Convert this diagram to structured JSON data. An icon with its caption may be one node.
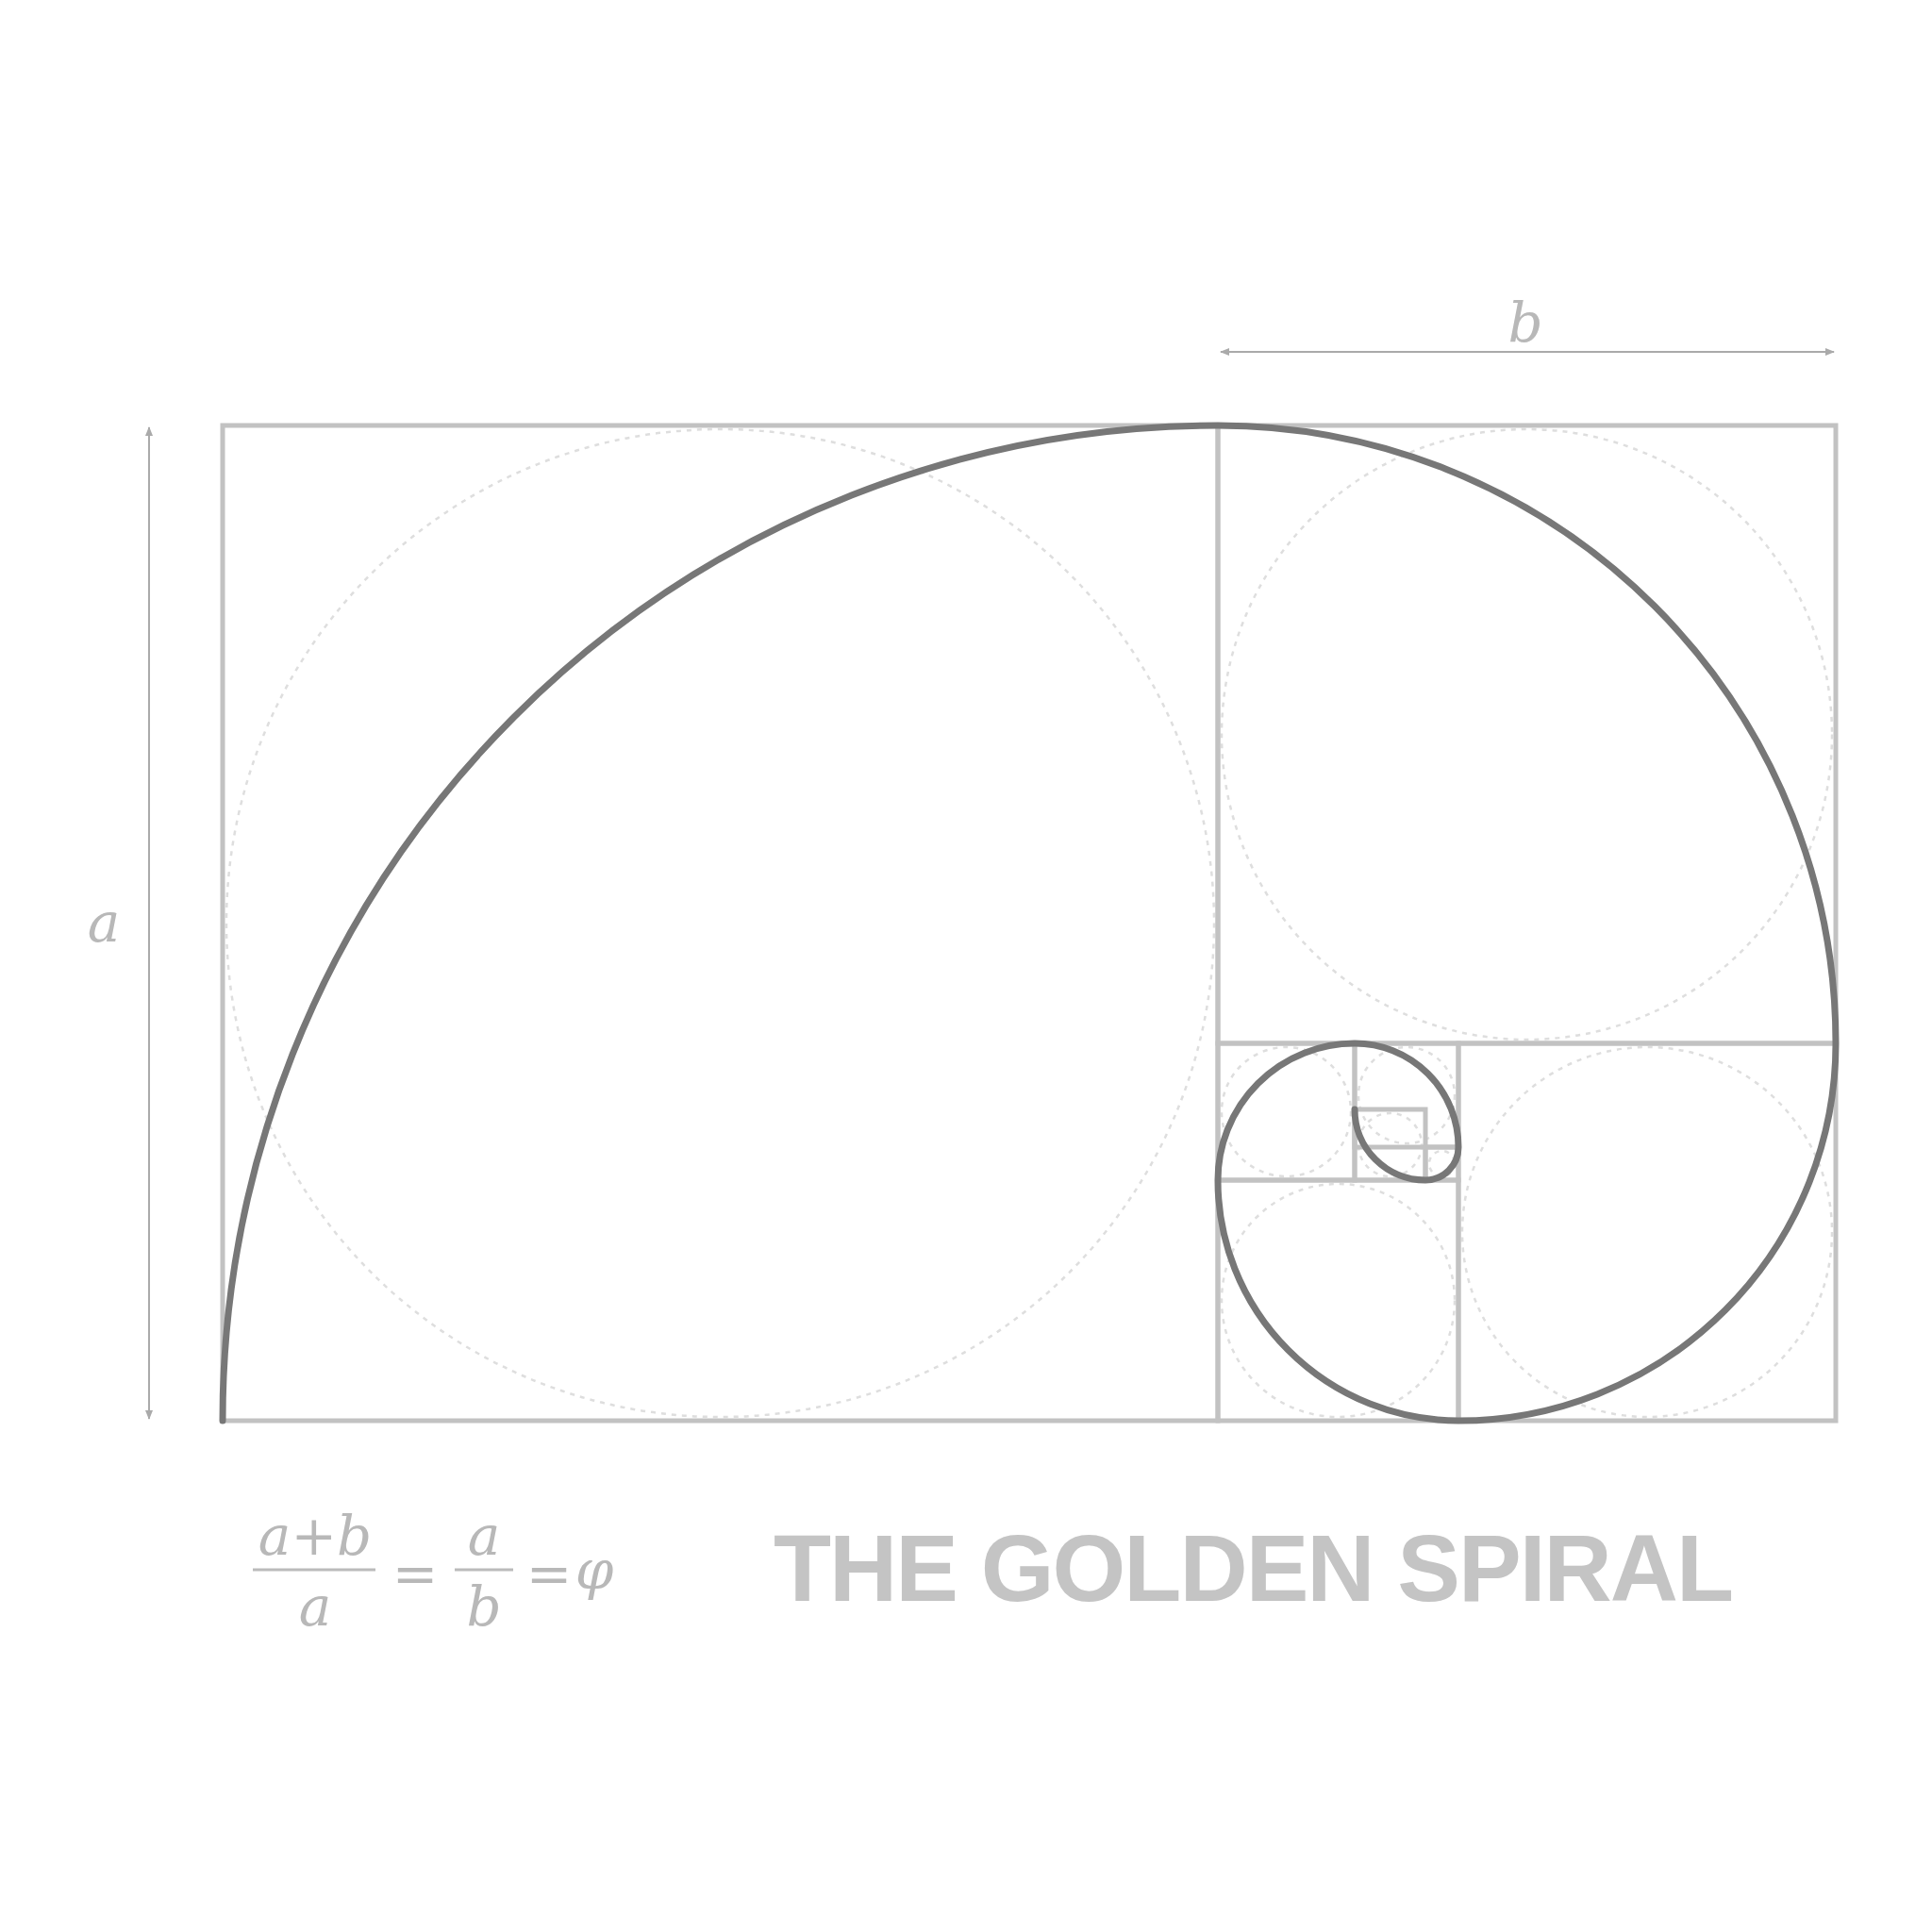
{
  "diagram": {
    "title": "THE GOLDEN SPIRAL",
    "labels": [
      "b",
      "a",
      "a+b",
      "a",
      "=",
      "a",
      "b",
      "=",
      "φ"
    ]
  }
}
